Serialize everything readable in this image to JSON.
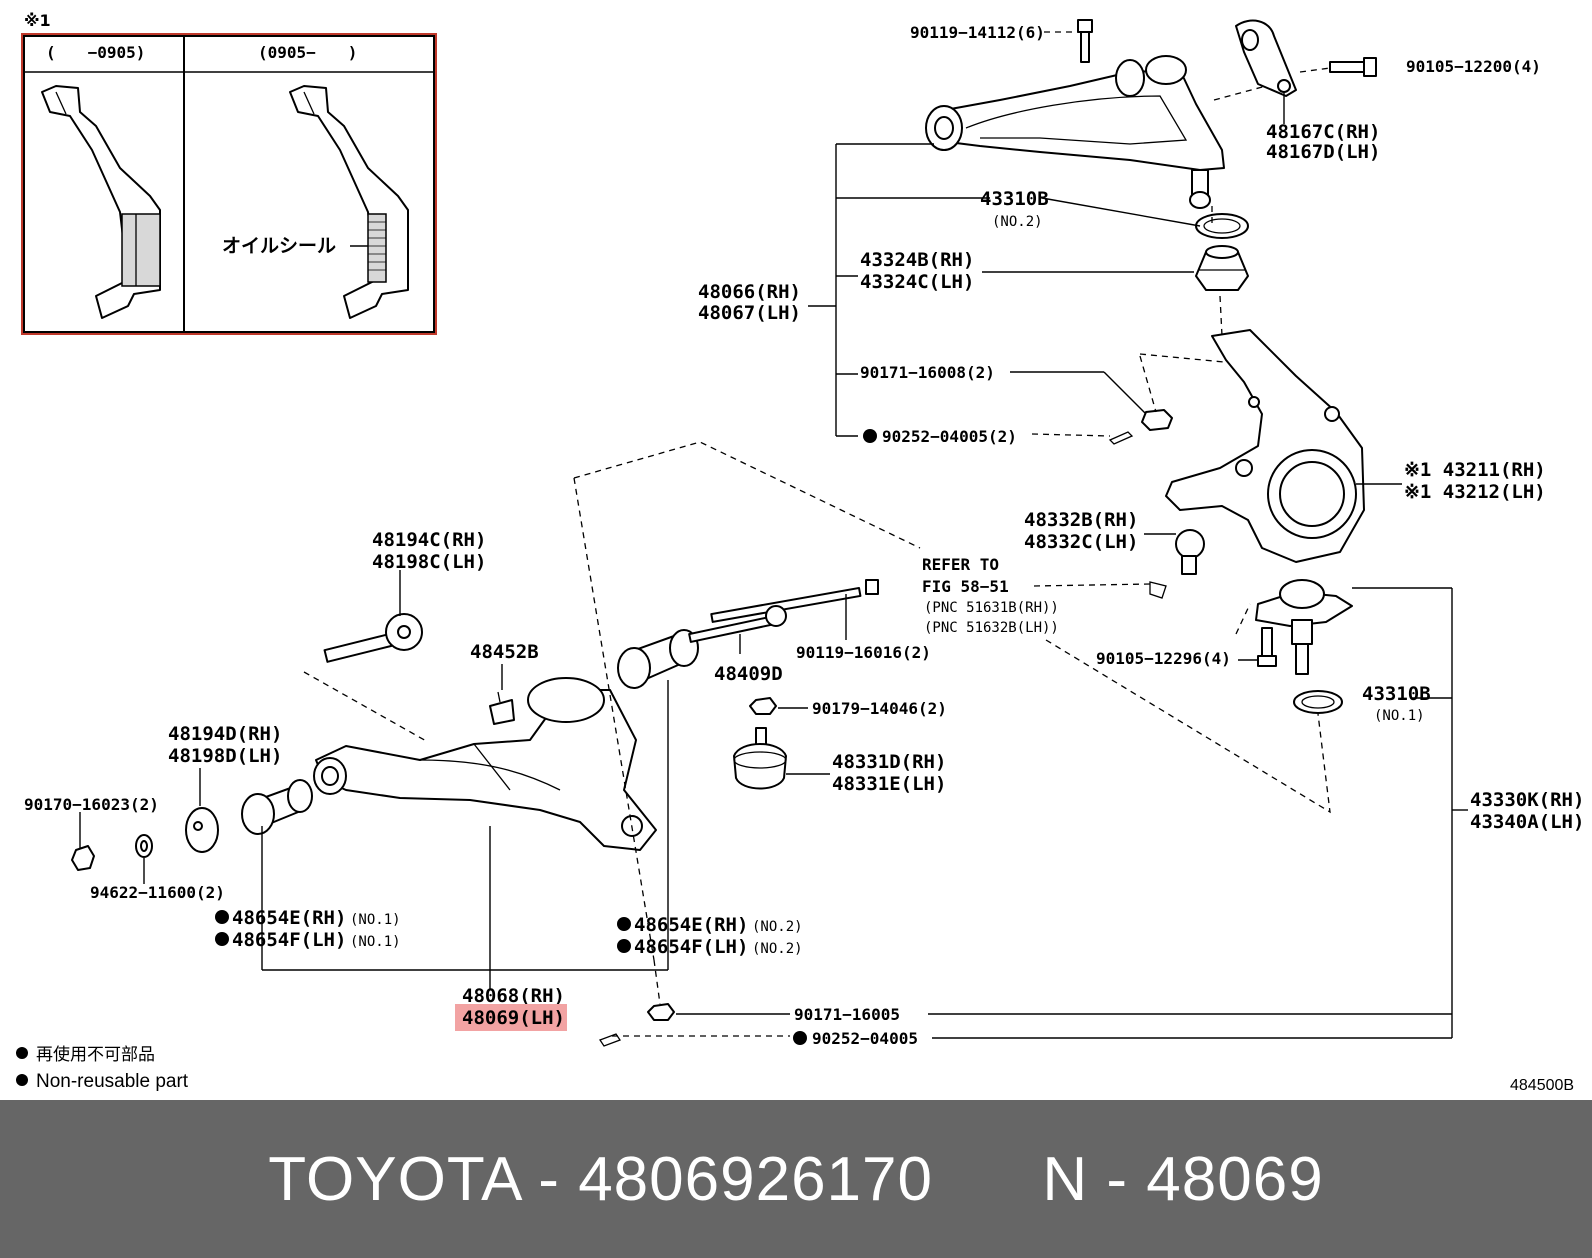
{
  "inset": {
    "note_mark": "※1",
    "col_left": "(　　−0905)",
    "col_right": "(0905−　　)",
    "oil_seal_label": "オイルシール"
  },
  "labels": {
    "p90119_14112": "90119−14112(6)",
    "p90105_12200": "90105−12200(4)",
    "p48167C": "48167C(RH)",
    "p48167D": "48167D(LH)",
    "p43310B_top": "43310B",
    "p43310B_top_no": "(NO.2)",
    "p43324B": "43324B(RH)",
    "p43324C": "43324C(LH)",
    "p48066": "48066(RH)",
    "p48067": "48067(LH)",
    "p90171_16008": "90171−16008(2)",
    "p90252_04005_top": "90252−04005(2)",
    "p43211": "※1 43211(RH)",
    "p43212": "※1 43212(LH)",
    "p48332B": "48332B(RH)",
    "p48332C": "48332C(LH)",
    "refer_line1": "REFER TO",
    "refer_line2": "FIG 58−51",
    "refer_line3": "(PNC 51631B(RH))",
    "refer_line4": "(PNC 51632B(LH))",
    "p48194C": "48194C(RH)",
    "p48198C": "48198C(LH)",
    "p90119_16016": "90119−16016(2)",
    "p48452B": "48452B",
    "p48409D": "48409D",
    "p90105_12296": "90105−12296(4)",
    "p43310B_low": "43310B",
    "p43310B_low_no": "(NO.1)",
    "p90179_14046": "90179−14046(2)",
    "p48194D": "48194D(RH)",
    "p48198D": "48198D(LH)",
    "p48331D": "48331D(RH)",
    "p48331E": "48331E(LH)",
    "p90170_16023": "90170−16023(2)",
    "p43330K": "43330K(RH)",
    "p43340A": "43340A(LH)",
    "p94622_11600": "94622−11600(2)",
    "p48654E_1": "48654E(RH)",
    "p48654F_1": "48654F(LH)",
    "no1": "(NO.1)",
    "p48654E_2": "48654E(RH)",
    "p48654F_2": "48654F(LH)",
    "no2": "(NO.2)",
    "p48068": "48068(RH)",
    "p48069": "48069(LH)",
    "p90171_16005": "90171−16005",
    "p90252_04005_low": "90252−04005"
  },
  "legend": {
    "jp": "再使用不可部品",
    "en": "Non-reusable part"
  },
  "diagram_code": "484500B",
  "footer": {
    "brand": "TOYOTA",
    "part_number": "4806926170",
    "pnc_prefix": "N",
    "pnc": "48069",
    "separator": "-"
  },
  "colors": {
    "highlight": "#f2a3a3",
    "inset_border": "#c0392b",
    "footer_bg": "#666666"
  }
}
